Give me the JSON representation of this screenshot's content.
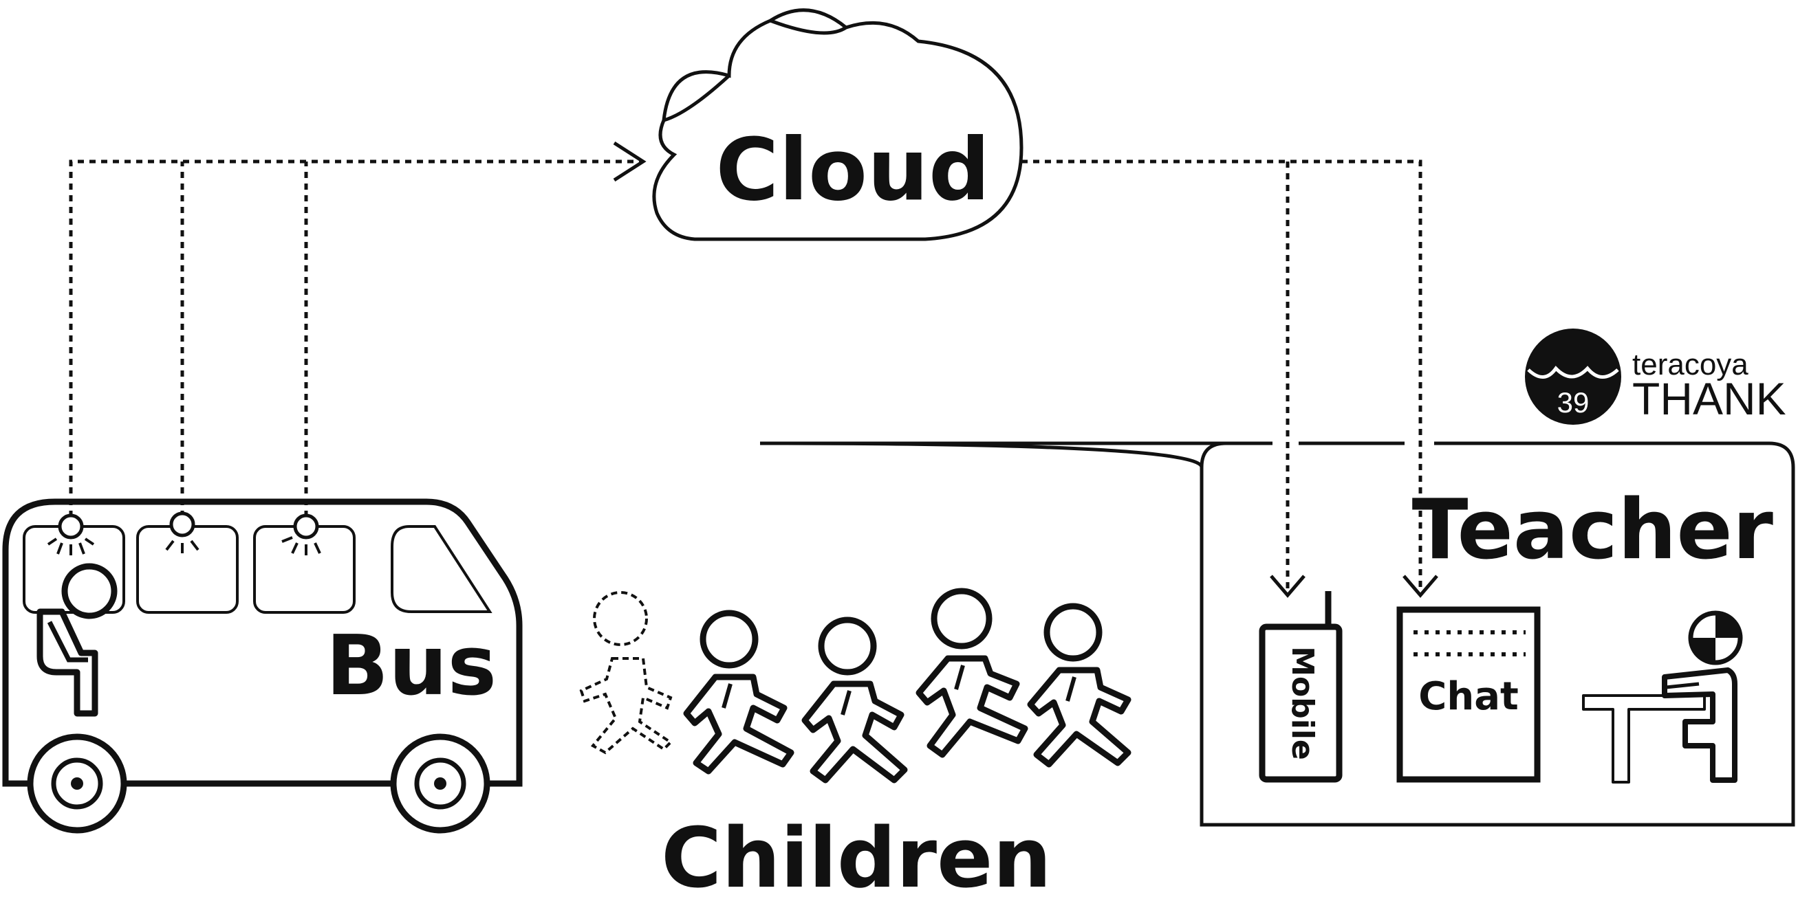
{
  "labels": {
    "cloud": "Cloud",
    "bus": "Bus",
    "children": "Children",
    "teacher": "Teacher",
    "mobile": "Mobile",
    "chat": "Chat"
  },
  "logo": {
    "number": "39",
    "line1": "teracoya",
    "line2": "THANK"
  },
  "colors": {
    "ink": "#111111",
    "background": "#ffffff"
  }
}
